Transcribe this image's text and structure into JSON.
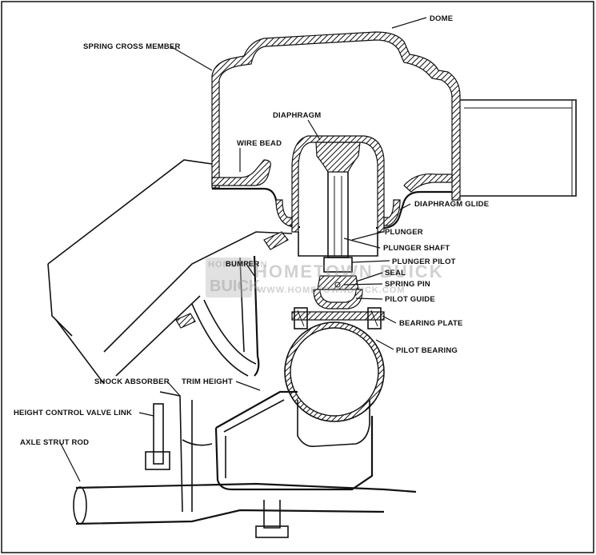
{
  "labels": {
    "dome": "DOME",
    "spring_cross_member": "SPRING CROSS MEMBER",
    "diaphragm": "DIAPHRAGM",
    "wire_bead": "WIRE BEAD",
    "diaphragm_glide": "DIAPHRAGM GLIDE",
    "plunger": "PLUNGER",
    "plunger_shaft": "PLUNGER SHAFT",
    "plunger_pilot": "PLUNGER PILOT",
    "bumper": "BUMPER",
    "seal": "SEAL",
    "spring_pin": "SPRING PIN",
    "pilot_guide": "PILOT GUIDE",
    "bearing_plate": "BEARING PLATE",
    "pilot_bearing": "PILOT BEARING",
    "shock_absorber": "SHOCK ABSORBER",
    "trim_height": "TRIM HEIGHT",
    "height_control_valve_link": "HEIGHT CONTROL VALVE LINK",
    "axle_strut_rod": "AXLE STRUT ROD"
  },
  "watermark": {
    "badge_top": "HOMETOWN",
    "badge_bottom": "BUICK",
    "main": "HOMETOWN BUICK",
    "url": "WWW.HOMETOWNBUICK.COM"
  }
}
